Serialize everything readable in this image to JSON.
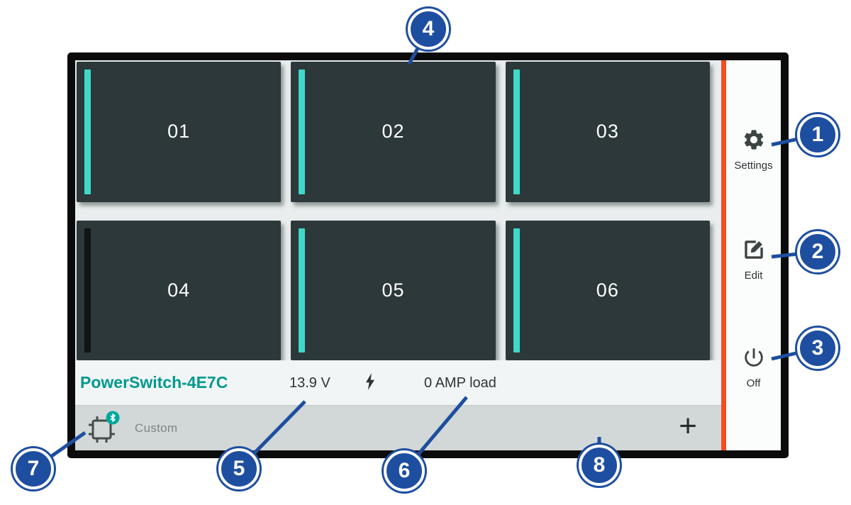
{
  "app": {
    "switches": [
      {
        "label": "01",
        "on": true
      },
      {
        "label": "02",
        "on": true
      },
      {
        "label": "03",
        "on": true
      },
      {
        "label": "04",
        "on": false
      },
      {
        "label": "05",
        "on": true
      },
      {
        "label": "06",
        "on": true
      }
    ],
    "status": {
      "device_name": "PowerSwitch-4E7C",
      "voltage": "13.9 V",
      "load": "0 AMP load"
    },
    "tab_bar": {
      "tab_label": "Custom",
      "add_label": "+"
    },
    "sidebar": [
      {
        "icon": "gear-icon",
        "label": "Settings"
      },
      {
        "icon": "edit-icon",
        "label": "Edit"
      },
      {
        "icon": "power-icon",
        "label": "Off"
      }
    ]
  },
  "callouts": {
    "labels": [
      "1",
      "2",
      "3",
      "4",
      "5",
      "6",
      "7",
      "8"
    ]
  },
  "colors": {
    "callout_blue": "#1e4e9f",
    "accent_orange": "#f04e23",
    "device_name_teal": "#00998f",
    "indicator_on": "#3fd8c9",
    "indicator_off": "#101414",
    "bluetooth_badge_teal": "#00a79c",
    "switch_tile": "#2c3839"
  }
}
